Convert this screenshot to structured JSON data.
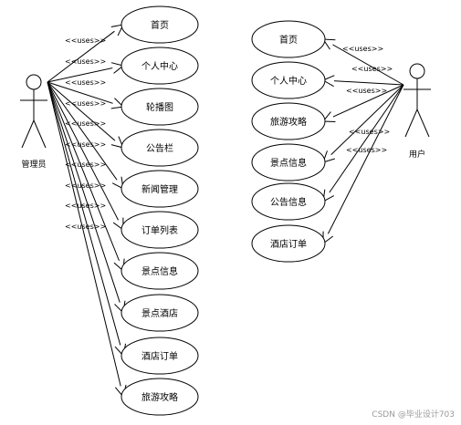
{
  "admin": {
    "name": "管理员",
    "use_cases": [
      "首页",
      "个人中心",
      "轮播图",
      "公告栏",
      "新闻管理",
      "订单列表",
      "景点信息",
      "景点酒店",
      "酒店订单",
      "旅游攻略"
    ],
    "uses_labels": [
      "<<uses>>",
      "<<uses>>",
      "<<uses>>",
      "<<uses>>",
      "<<uses>>",
      "<<uses>>",
      "<<uses>>",
      "<<uses>>",
      "<<uses>>",
      "<<uses>>"
    ]
  },
  "user": {
    "name": "用户",
    "use_cases": [
      "首页",
      "个人中心",
      "旅游攻略",
      "景点信息",
      "公告信息",
      "酒店订单"
    ],
    "uses_labels": [
      "<<uses>>",
      "<<uses>>",
      "<<uses>>",
      "<<uses>>",
      "<<uses>>"
    ]
  },
  "watermark": "CSDN @毕业设计703"
}
